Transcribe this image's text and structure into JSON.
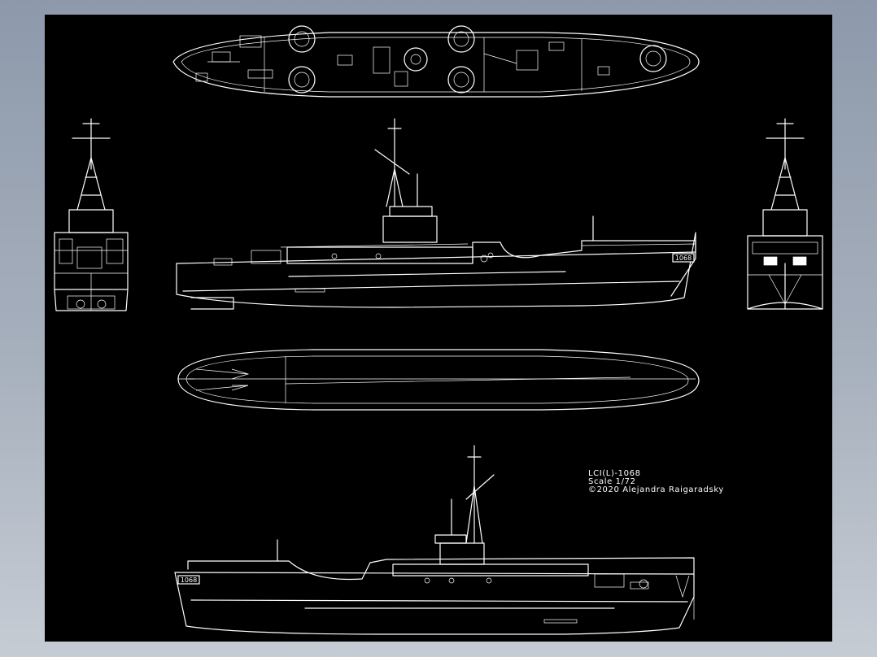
{
  "drawing": {
    "title_lines": {
      "name": "LCI(L)-1068",
      "scale": "Scale 1/72",
      "copyright": "©2020 Alejandra Raigaradsky"
    },
    "hull_markings": {
      "bow_number": "1068"
    },
    "views": [
      "top-deck-plan",
      "bow-end-elevation",
      "port-side-elevation",
      "stern-end-elevation",
      "hull-bottom-plan",
      "starboard-side-elevation"
    ],
    "colors": {
      "background": "#000000",
      "linework": "#ffffff",
      "frame": "#a7b0bd"
    }
  }
}
